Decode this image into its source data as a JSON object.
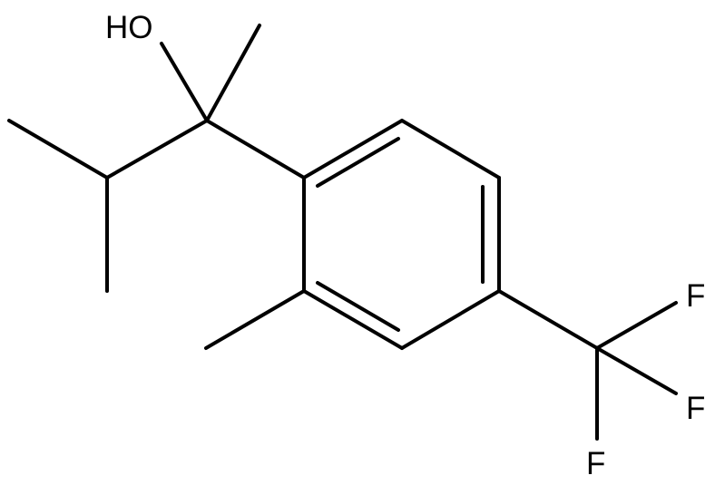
{
  "molecule": {
    "atom_labels": {
      "hydroxyl": "HO",
      "fluorine_1": "F",
      "fluorine_2": "F",
      "fluorine_3": "F"
    },
    "bond_color": "#000000",
    "background_color": "#ffffff"
  }
}
